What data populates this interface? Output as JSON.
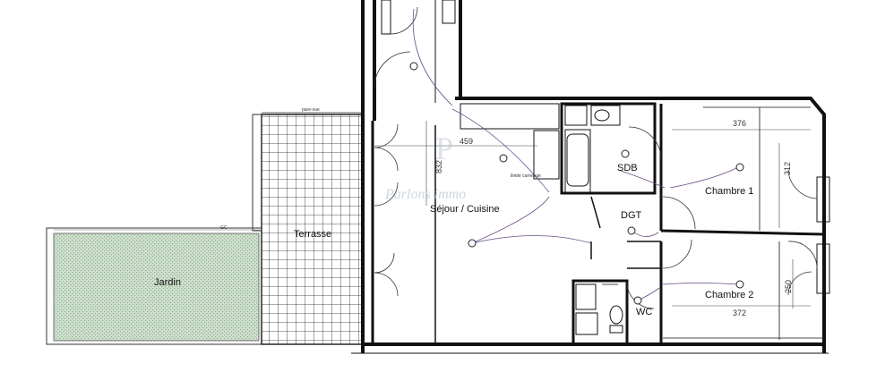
{
  "rooms": {
    "sejour": "Séjour / Cuisine",
    "terrasse": "Terrasse",
    "jardin": "Jardin",
    "sdb": "SDB",
    "dgt": "DGT",
    "chambre1": "Chambre 1",
    "chambre2": "Chambre 2",
    "wc": "WC"
  },
  "dimensions": {
    "sejour_width": "459",
    "sejour_length": "832",
    "chambre1_width": "376",
    "chambre1_length": "312",
    "chambre2_width": "372",
    "chambre2_length": "250"
  },
  "annotations": {
    "pare_vue": "pare-vue",
    "limite_carrelage": "limite carrelage",
    "gc": "GC"
  },
  "watermark": {
    "text": "Parlons immo"
  },
  "colors": {
    "wall": "#111111",
    "garden_fill": "#c9dcc9",
    "electric": "#6a4a8a",
    "watermark": "#b8c4d6"
  }
}
